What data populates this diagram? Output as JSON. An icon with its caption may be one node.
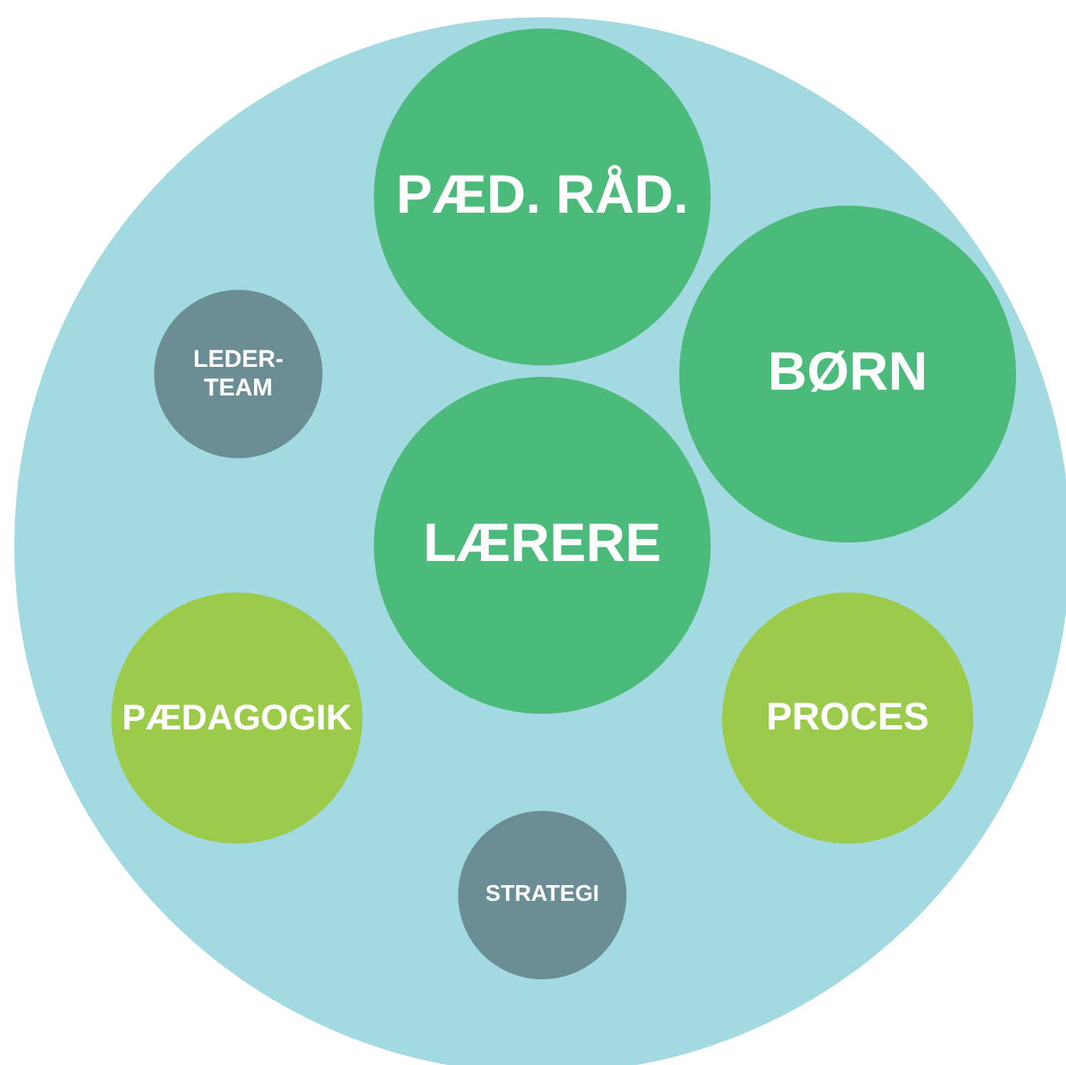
{
  "diagram": {
    "nodes": [
      {
        "text": [],
        "shape": "circle"
      },
      {
        "text": [
          "PÆD. RÅD."
        ],
        "in": 0
      },
      {
        "text": [
          "LEDER- TEAM"
        ],
        "in": 0
      },
      {
        "text": [
          "BØRN"
        ],
        "in": 0
      },
      {
        "text": [
          "LÆRERE"
        ],
        "in": 0
      },
      {
        "text": [
          "PÆDAGOGIK"
        ],
        "in": 0
      },
      {
        "text": [
          "PROCES"
        ],
        "in": 0
      },
      {
        "text": [
          "STRATEGI"
        ],
        "in": 0
      }
    ],
    "edges": []
  }
}
